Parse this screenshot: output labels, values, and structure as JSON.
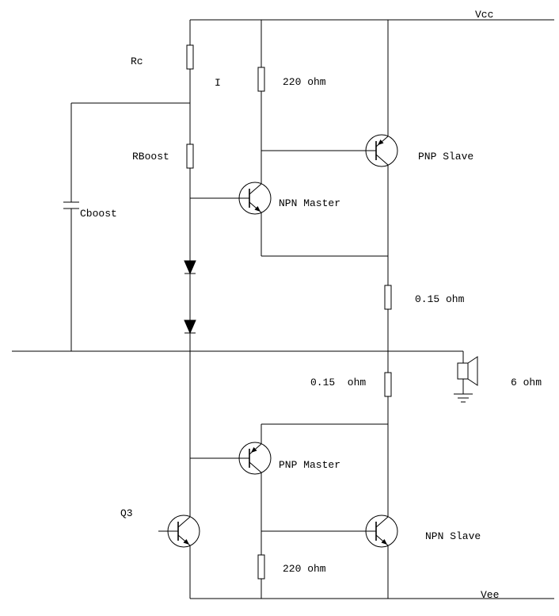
{
  "window": {
    "background": "#ffffff",
    "line_color": "#000000"
  },
  "schematic": {
    "power_rails": {
      "top": "Vcc",
      "bottom": "Vee"
    },
    "labels": {
      "rc": "Rc",
      "current": "I",
      "r_top": "220 ohm",
      "rboost": "RBoost",
      "cboost": "Cboost",
      "npn_master": "NPN Master",
      "pnp_slave": "PNP Slave",
      "r_emitter_top": "0.15 ohm",
      "r_emitter_bottom": "0.15  ohm",
      "load": "6 ohm",
      "pnp_master": "PNP Master",
      "q3": "Q3",
      "npn_slave": "NPN Slave",
      "r_bottom": "220 ohm"
    }
  }
}
